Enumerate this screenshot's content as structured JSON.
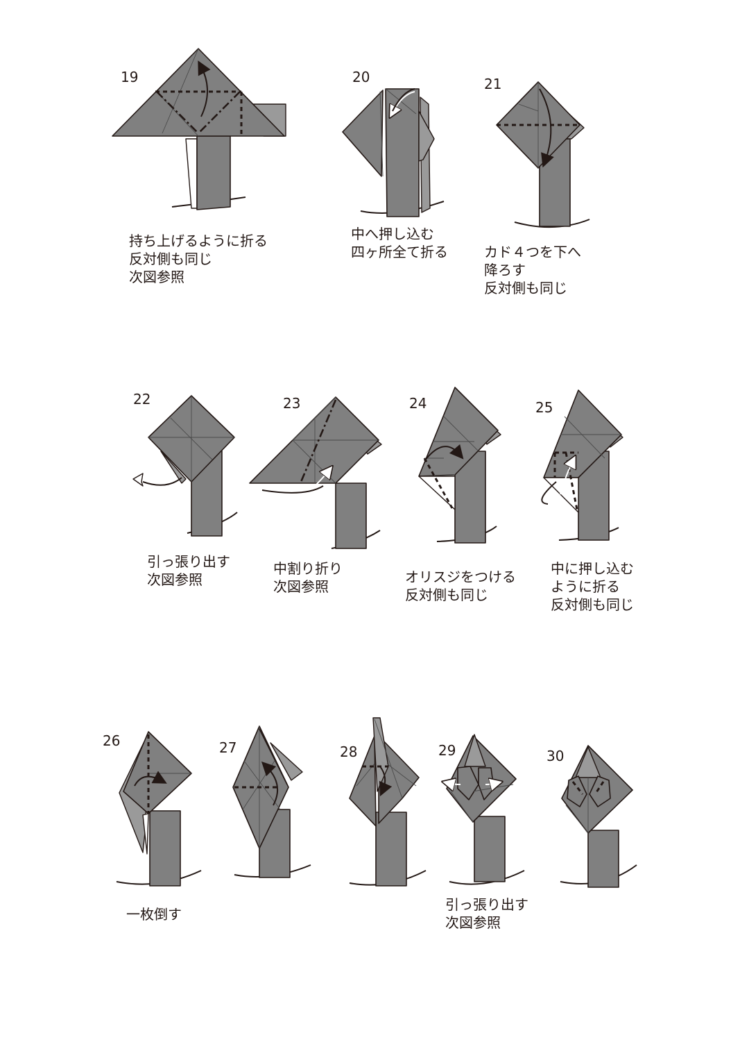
{
  "steps": [
    {
      "number": "19",
      "caption": [
        "持ち上げるように折る",
        "反対側も同じ",
        "次図参照"
      ]
    },
    {
      "number": "20",
      "caption": [
        "中へ押し込む",
        "四ヶ所全て折る"
      ]
    },
    {
      "number": "21",
      "caption": [
        "カド４つを下へ",
        "降ろす",
        "反対側も同じ"
      ]
    },
    {
      "number": "22",
      "caption": [
        "引っ張り出す",
        "次図参照"
      ]
    },
    {
      "number": "23",
      "caption": [
        "中割り折り",
        "次図参照"
      ]
    },
    {
      "number": "24",
      "caption": [
        "オリスジをつける",
        "反対側も同じ"
      ]
    },
    {
      "number": "25",
      "caption": [
        "中に押し込む",
        "ように折る",
        "反対側も同じ"
      ]
    },
    {
      "number": "26",
      "caption": [
        "一枚倒す"
      ]
    },
    {
      "number": "27",
      "caption": []
    },
    {
      "number": "28",
      "caption": []
    },
    {
      "number": "29",
      "caption": [
        "引っ張り出す",
        "次図参照"
      ]
    },
    {
      "number": "30",
      "caption": []
    }
  ],
  "colors": {
    "paper": "#808080",
    "line": "#231815",
    "background": "#ffffff"
  }
}
